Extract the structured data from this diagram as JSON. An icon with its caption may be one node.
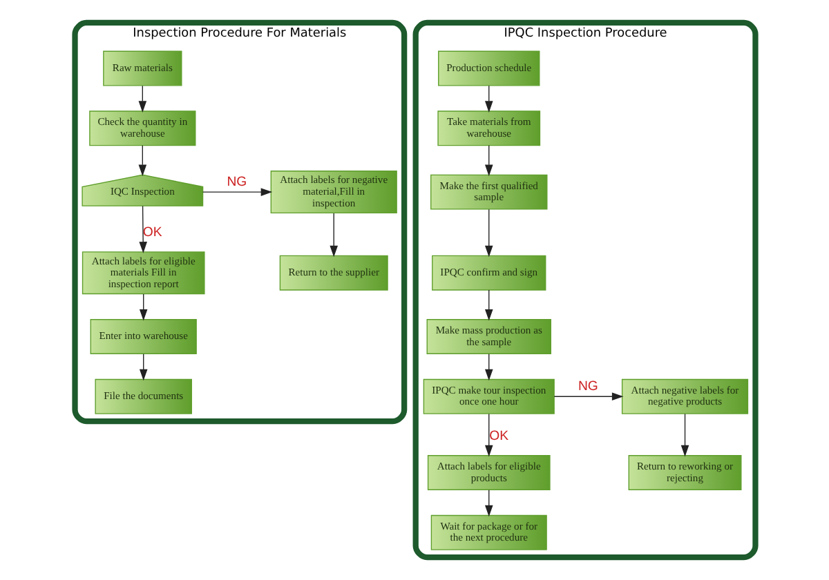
{
  "diagram": {
    "nodes": [
      {
        "text": [
          "Inspection Procedure For Materials"
        ]
      },
      {
        "text": [
          "Raw materials"
        ],
        "in": 0
      },
      {
        "text": [
          "Check the quantity in warehouse"
        ],
        "in": 0
      },
      {
        "text": [
          "IQC Inspection"
        ],
        "in": 0
      },
      {
        "text": [
          "Attach labels for negative material,Fill in inspection"
        ],
        "in": 0
      },
      {
        "text": [
          "Attach labels for eligible materials Fill in inspection report"
        ],
        "in": 0
      },
      {
        "text": [
          "Return to the supplier"
        ],
        "in": 0
      },
      {
        "text": [
          "Enter into warehouse"
        ],
        "in": 0
      },
      {
        "text": [
          "File the documents"
        ],
        "in": 0
      },
      {
        "text": [
          "IPQC Inspection Procedure"
        ]
      },
      {
        "text": [
          "Production schedule"
        ],
        "in": 9
      },
      {
        "text": [
          "Take materials from warehouse"
        ],
        "in": 9
      },
      {
        "text": [
          "Make the first qualified sample"
        ],
        "in": 9
      },
      {
        "text": [
          "IPQC confirm and sign"
        ],
        "in": 9
      },
      {
        "text": [
          "Make mass production as the sample"
        ],
        "in": 9
      },
      {
        "text": [
          "IPQC make tour inspection once one hour"
        ],
        "in": 9
      },
      {
        "text": [
          "Attach negative labels for negative products"
        ],
        "in": 9
      },
      {
        "text": [
          "Attach labels for eligible products"
        ],
        "in": 9
      },
      {
        "text": [
          "Return to reworking or rejecting"
        ],
        "in": 9
      },
      {
        "text": [
          "Wait for package or for the next procedure"
        ],
        "in": 9
      }
    ],
    "edges": [
      {
        "from": 1,
        "to": 2,
        "arrow": "to"
      },
      {
        "from": 2,
        "to": 3,
        "arrow": "to"
      },
      {
        "from": 3,
        "to": 4,
        "arrow": "to",
        "label": "NG"
      },
      {
        "from": 3,
        "to": 5,
        "arrow": "to",
        "label": "OK"
      },
      {
        "from": 4,
        "to": 6,
        "arrow": "to"
      },
      {
        "from": 5,
        "to": 7,
        "arrow": "to"
      },
      {
        "from": 7,
        "to": 8,
        "arrow": "to"
      },
      {
        "from": 10,
        "to": 11,
        "arrow": "to"
      },
      {
        "from": 11,
        "to": 12,
        "arrow": "to"
      },
      {
        "from": 12,
        "to": 13,
        "arrow": "to"
      },
      {
        "from": 13,
        "to": 14,
        "arrow": "to"
      },
      {
        "from": 14,
        "to": 15,
        "arrow": "to"
      },
      {
        "from": 15,
        "to": 16,
        "arrow": "to",
        "label": "NG"
      },
      {
        "from": 15,
        "to": 17,
        "arrow": "to",
        "label": "OK"
      },
      {
        "from": 16,
        "to": 18,
        "arrow": "to"
      },
      {
        "from": 17,
        "to": 19,
        "arrow": "to"
      }
    ]
  }
}
